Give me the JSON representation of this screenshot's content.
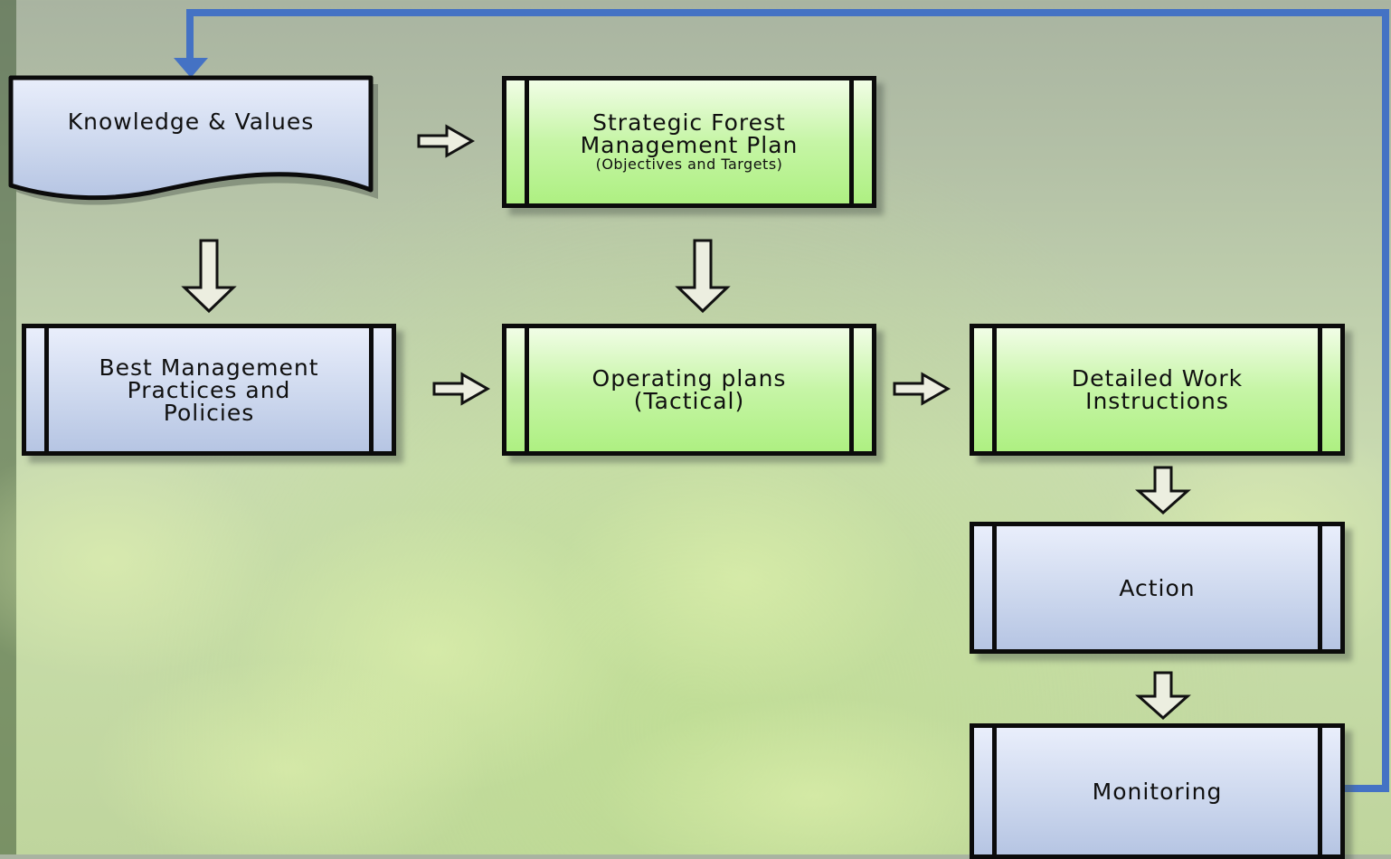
{
  "nodes": {
    "knowledge": {
      "label": "Knowledge & Values"
    },
    "strategic": {
      "label": "Strategic Forest\nManagement Plan",
      "sublabel": "(Objectives and Targets)"
    },
    "bmp": {
      "label": "Best Management\nPractices and\nPolicies"
    },
    "operating": {
      "label": "Operating plans\n(Tactical)"
    },
    "detailed": {
      "label": "Detailed Work\nInstructions"
    },
    "action": {
      "label": "Action"
    },
    "monitoring": {
      "label": "Monitoring"
    }
  },
  "colors": {
    "feedback_line": "#4472c4",
    "box_blue": "#c7d3ec",
    "box_green": "#b8f28f",
    "outline": "#0b0b0b"
  }
}
